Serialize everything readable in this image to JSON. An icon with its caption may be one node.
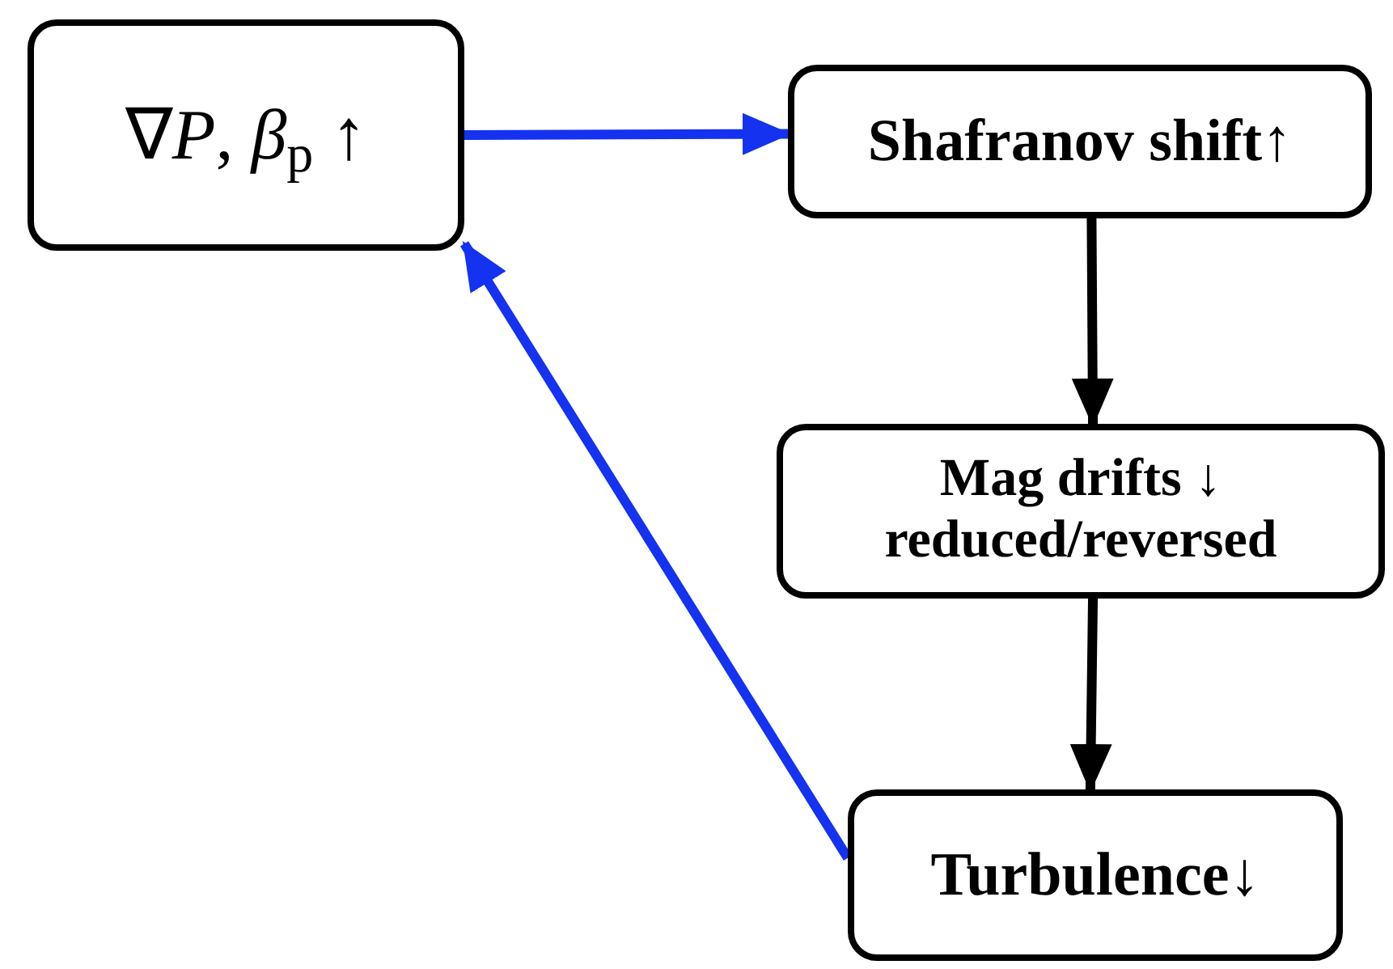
{
  "diagram": {
    "nodes": [
      {
        "text": [
          "∇*P*, *β*$_{p}$ ↑"
        ]
      },
      {
        "text": [
          "Shafranov shift↑"
        ]
      },
      {
        "text": [
          "Mag drifts ↓ reduced/reversed"
        ]
      },
      {
        "text": [
          "Turbulence↓"
        ]
      }
    ],
    "edges": [
      {
        "from": 0,
        "to": 1,
        "arrow": "to",
        "color": "#1432f0"
      },
      {
        "from": 1,
        "to": 2,
        "arrow": "to",
        "color": "#000000"
      },
      {
        "from": 2,
        "to": 3,
        "arrow": "to",
        "color": "#000000"
      },
      {
        "from": 3,
        "to": 0,
        "arrow": "to",
        "color": "#1432f0"
      }
    ]
  }
}
